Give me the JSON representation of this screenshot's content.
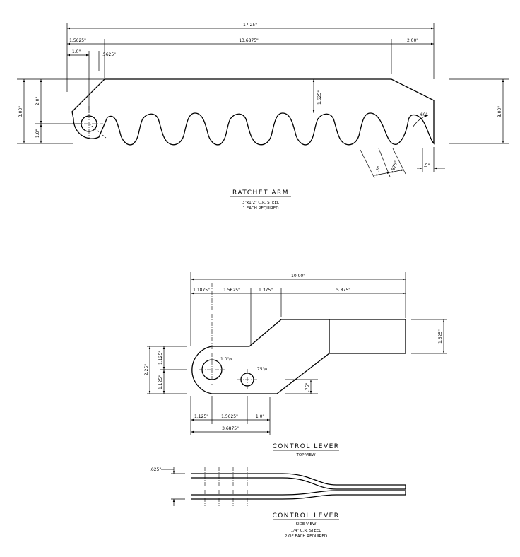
{
  "ratchet_arm": {
    "title": "RATCHET  ARM",
    "material": "3\"x1/2\" C.R. STEEL",
    "quantity": "1 EACH REQUIRED",
    "dims": {
      "overall": "17.25\"",
      "left_offset": "1.5625\"",
      "middle": "13.6875\"",
      "right_tip": "2.00\"",
      "hole_x": "1.0\"",
      "hole_radius": ".5625\"",
      "tooth_depth": "1.625\"",
      "angle": "60°",
      "tooth_a": ".5\"",
      "tooth_b": ".875\"",
      "tip_width": ".5\"",
      "height_left": "3.00\"",
      "upper": "2.0\"",
      "lower": "1.0\"",
      "height_right": "3.00\""
    }
  },
  "control_lever_top": {
    "title": "CONTROL  LEVER",
    "view": "TOP  VIEW",
    "dims": {
      "overall": "10.00\"",
      "seg1": "1.1875\"",
      "seg2": "1.5625\"",
      "seg3": "1.375\"",
      "seg4": "5.875\"",
      "arm_height": "1.625\"",
      "total_height": "2.25\"",
      "upper_half": "1.125\"",
      "lower_half": "1.125\"",
      "hole_big": "1.0\"ø",
      "hole_small": ".75\"ø",
      "small_offset": ".75\"",
      "bot1": "1.125\"",
      "bot2": "1.5625\"",
      "bot3": "1.0\"",
      "bot_total": "3.6875\""
    }
  },
  "control_lever_side": {
    "title": "CONTROL  LEVER",
    "view": "SIDE  VIEW",
    "material": "1/4\" C.R. STEEL",
    "quantity": "2 OF EACH REQUIRED",
    "dims": {
      "gap": ".625\""
    }
  }
}
